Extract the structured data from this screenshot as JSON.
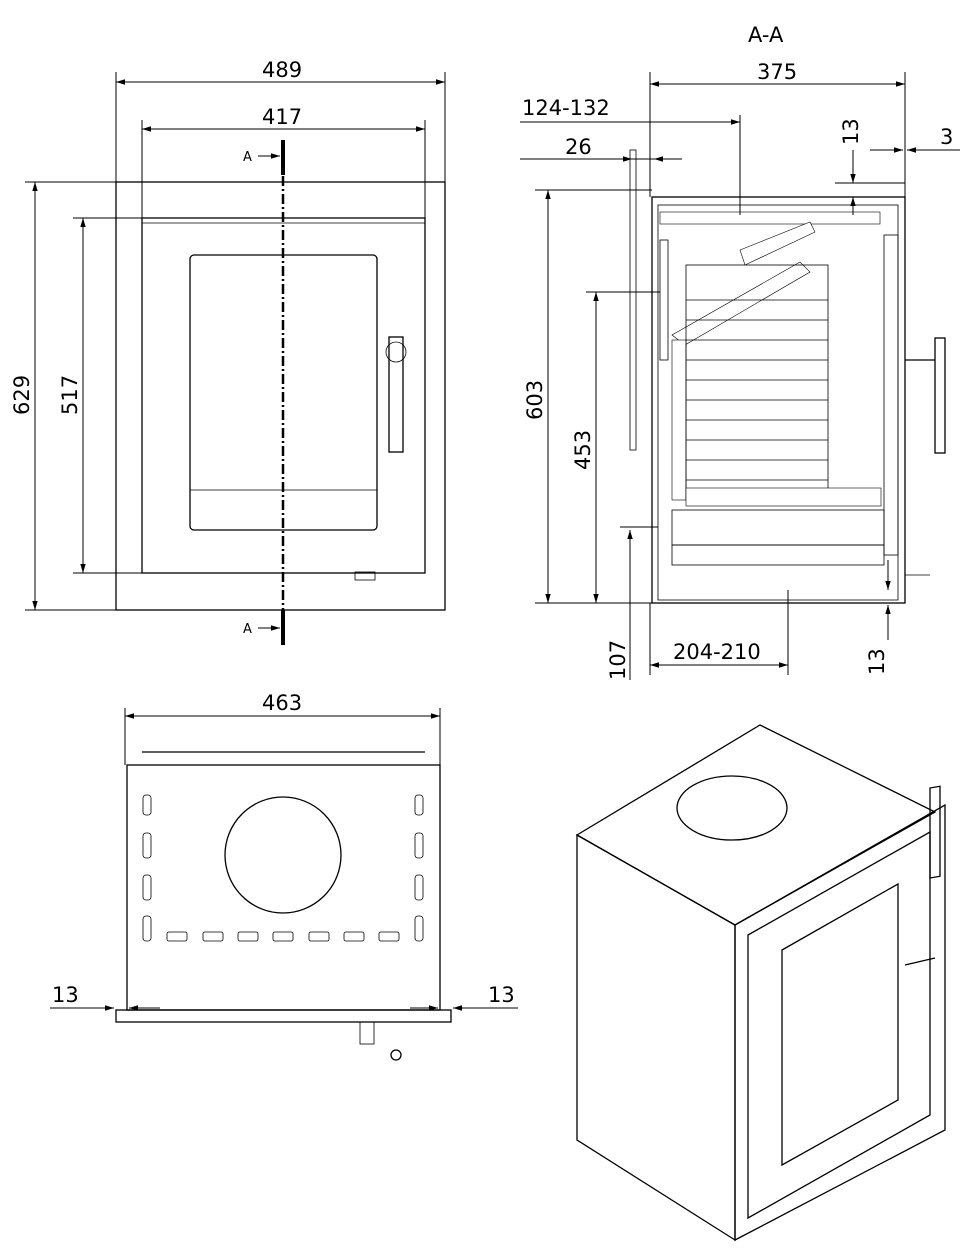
{
  "front_view": {
    "width_outer": "489",
    "width_inner": "417",
    "height_outer": "629",
    "height_inner": "517",
    "section_marker_top": "A",
    "section_marker_bottom": "A"
  },
  "section_view": {
    "title": "A-A",
    "depth": "375",
    "flue_offset": "124-132",
    "front_offset": "26",
    "top_gap": "13",
    "rear_gap": "3",
    "height_total": "603",
    "height_flue": "453",
    "height_base": "107",
    "base_depth": "204-210",
    "bottom_gap": "13"
  },
  "top_view": {
    "width": "463",
    "left_gap": "13",
    "right_gap": "13"
  }
}
